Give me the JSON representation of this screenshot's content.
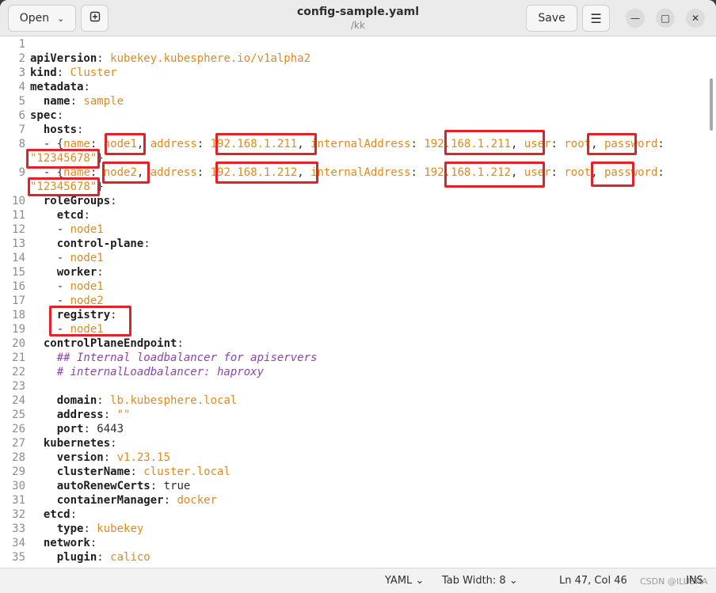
{
  "header": {
    "open_label": "Open",
    "title": "config-sample.yaml",
    "subtitle": "/kk",
    "save_label": "Save"
  },
  "icons": {
    "open_caret": "chevron-down-icon",
    "new_tab": "new-tab-icon",
    "menu": "hamburger-menu-icon",
    "minimize": "minimize-icon",
    "maximize": "maximize-icon",
    "close": "close-icon"
  },
  "colors": {
    "key": "#1e1e1e",
    "value": "#e08a1e",
    "comment": "#8e44ad",
    "highlight": "#e0222a"
  },
  "lines": [
    {
      "n": "1",
      "tokens": []
    },
    {
      "n": "2",
      "tokens": [
        [
          "k",
          "apiVersion"
        ],
        [
          "p",
          ": "
        ],
        [
          "v",
          "kubekey.kubesphere.io/v1alpha2"
        ]
      ]
    },
    {
      "n": "3",
      "tokens": [
        [
          "k",
          "kind"
        ],
        [
          "p",
          ": "
        ],
        [
          "v",
          "Cluster"
        ]
      ]
    },
    {
      "n": "4",
      "tokens": [
        [
          "k",
          "metadata"
        ],
        [
          "p",
          ":"
        ]
      ]
    },
    {
      "n": "5",
      "tokens": [
        [
          "p",
          "  "
        ],
        [
          "k",
          "name"
        ],
        [
          "p",
          ": "
        ],
        [
          "v",
          "sample"
        ]
      ]
    },
    {
      "n": "6",
      "tokens": [
        [
          "k",
          "spec"
        ],
        [
          "p",
          ":"
        ]
      ]
    },
    {
      "n": "7",
      "tokens": [
        [
          "p",
          "  "
        ],
        [
          "k",
          "hosts"
        ],
        [
          "p",
          ":"
        ]
      ]
    },
    {
      "n": "8",
      "tokens": [
        [
          "p",
          "  - {"
        ],
        [
          "v",
          "name"
        ],
        [
          "p",
          ": "
        ],
        [
          "v",
          "node1"
        ],
        [
          "p",
          ", "
        ],
        [
          "v",
          "address"
        ],
        [
          "p",
          ": "
        ],
        [
          "v",
          "192.168.1.211"
        ],
        [
          "p",
          ", "
        ],
        [
          "v",
          "internalAddress"
        ],
        [
          "p",
          ": "
        ],
        [
          "v",
          "192.168.1.211"
        ],
        [
          "p",
          ", "
        ],
        [
          "v",
          "user"
        ],
        [
          "p",
          ": "
        ],
        [
          "v",
          "root"
        ],
        [
          "p",
          ", "
        ],
        [
          "v",
          "password"
        ],
        [
          "p",
          ":"
        ]
      ]
    },
    {
      "n": "",
      "tokens": [
        [
          "v",
          "\"12345678\""
        ],
        [
          "p",
          "}"
        ]
      ]
    },
    {
      "n": "9",
      "tokens": [
        [
          "p",
          "  - {"
        ],
        [
          "v",
          "name"
        ],
        [
          "p",
          ": "
        ],
        [
          "v",
          "node2"
        ],
        [
          "p",
          ", "
        ],
        [
          "v",
          "address"
        ],
        [
          "p",
          ": "
        ],
        [
          "v",
          "192.168.1.212"
        ],
        [
          "p",
          ", "
        ],
        [
          "v",
          "internalAddress"
        ],
        [
          "p",
          ": "
        ],
        [
          "v",
          "192.168.1.212"
        ],
        [
          "p",
          ", "
        ],
        [
          "v",
          "user"
        ],
        [
          "p",
          ": "
        ],
        [
          "v",
          "root"
        ],
        [
          "p",
          ", "
        ],
        [
          "v",
          "password"
        ],
        [
          "p",
          ":"
        ]
      ]
    },
    {
      "n": "",
      "tokens": [
        [
          "v",
          "\"12345678\""
        ],
        [
          "p",
          "}"
        ]
      ]
    },
    {
      "n": "10",
      "tokens": [
        [
          "p",
          "  "
        ],
        [
          "k",
          "roleGroups"
        ],
        [
          "p",
          ":"
        ]
      ]
    },
    {
      "n": "11",
      "tokens": [
        [
          "p",
          "    "
        ],
        [
          "k",
          "etcd"
        ],
        [
          "p",
          ":"
        ]
      ]
    },
    {
      "n": "12",
      "tokens": [
        [
          "p",
          "    - "
        ],
        [
          "v",
          "node1"
        ]
      ]
    },
    {
      "n": "13",
      "tokens": [
        [
          "p",
          "    "
        ],
        [
          "k",
          "control-plane"
        ],
        [
          "p",
          ":"
        ]
      ]
    },
    {
      "n": "14",
      "tokens": [
        [
          "p",
          "    - "
        ],
        [
          "v",
          "node1"
        ]
      ]
    },
    {
      "n": "15",
      "tokens": [
        [
          "p",
          "    "
        ],
        [
          "k",
          "worker"
        ],
        [
          "p",
          ":"
        ]
      ]
    },
    {
      "n": "16",
      "tokens": [
        [
          "p",
          "    - "
        ],
        [
          "v",
          "node1"
        ]
      ]
    },
    {
      "n": "17",
      "tokens": [
        [
          "p",
          "    - "
        ],
        [
          "v",
          "node2"
        ]
      ]
    },
    {
      "n": "18",
      "tokens": [
        [
          "p",
          "    "
        ],
        [
          "k",
          "registry"
        ],
        [
          "p",
          ":"
        ]
      ]
    },
    {
      "n": "19",
      "tokens": [
        [
          "p",
          "    - "
        ],
        [
          "v",
          "node1"
        ]
      ]
    },
    {
      "n": "20",
      "tokens": [
        [
          "p",
          "  "
        ],
        [
          "k",
          "controlPlaneEndpoint"
        ],
        [
          "p",
          ":"
        ]
      ]
    },
    {
      "n": "21",
      "tokens": [
        [
          "p",
          "    "
        ],
        [
          "c",
          "## Internal loadbalancer for apiservers"
        ]
      ]
    },
    {
      "n": "22",
      "tokens": [
        [
          "p",
          "    "
        ],
        [
          "c",
          "# internalLoadbalancer: haproxy"
        ]
      ]
    },
    {
      "n": "23",
      "tokens": []
    },
    {
      "n": "24",
      "tokens": [
        [
          "p",
          "    "
        ],
        [
          "k",
          "domain"
        ],
        [
          "p",
          ": "
        ],
        [
          "v",
          "lb.kubesphere.local"
        ]
      ]
    },
    {
      "n": "25",
      "tokens": [
        [
          "p",
          "    "
        ],
        [
          "k",
          "address"
        ],
        [
          "p",
          ": "
        ],
        [
          "v",
          "\"\""
        ]
      ]
    },
    {
      "n": "26",
      "tokens": [
        [
          "p",
          "    "
        ],
        [
          "k",
          "port"
        ],
        [
          "p",
          ": "
        ],
        [
          "num",
          "6443"
        ]
      ]
    },
    {
      "n": "27",
      "tokens": [
        [
          "p",
          "  "
        ],
        [
          "k",
          "kubernetes"
        ],
        [
          "p",
          ":"
        ]
      ]
    },
    {
      "n": "28",
      "tokens": [
        [
          "p",
          "    "
        ],
        [
          "k",
          "version"
        ],
        [
          "p",
          ": "
        ],
        [
          "v",
          "v1.23.15"
        ]
      ]
    },
    {
      "n": "29",
      "tokens": [
        [
          "p",
          "    "
        ],
        [
          "k",
          "clusterName"
        ],
        [
          "p",
          ": "
        ],
        [
          "v",
          "cluster.local"
        ]
      ]
    },
    {
      "n": "30",
      "tokens": [
        [
          "p",
          "    "
        ],
        [
          "k",
          "autoRenewCerts"
        ],
        [
          "p",
          ": "
        ],
        [
          "num",
          "true"
        ]
      ]
    },
    {
      "n": "31",
      "tokens": [
        [
          "p",
          "    "
        ],
        [
          "k",
          "containerManager"
        ],
        [
          "p",
          ": "
        ],
        [
          "v",
          "docker"
        ]
      ]
    },
    {
      "n": "32",
      "tokens": [
        [
          "p",
          "  "
        ],
        [
          "k",
          "etcd"
        ],
        [
          "p",
          ":"
        ]
      ]
    },
    {
      "n": "33",
      "tokens": [
        [
          "p",
          "    "
        ],
        [
          "k",
          "type"
        ],
        [
          "p",
          ": "
        ],
        [
          "v",
          "kubekey"
        ]
      ]
    },
    {
      "n": "34",
      "tokens": [
        [
          "p",
          "  "
        ],
        [
          "k",
          "network"
        ],
        [
          "p",
          ":"
        ]
      ]
    },
    {
      "n": "35",
      "tokens": [
        [
          "p",
          "    "
        ],
        [
          "k",
          "plugin"
        ],
        [
          "p",
          ": "
        ],
        [
          "v",
          "calico"
        ]
      ]
    }
  ],
  "status": {
    "language": "YAML",
    "tab_width": "Tab Width: 8",
    "position": "Ln 47, Col 46",
    "mode": "INS",
    "watermark": "CSDN @ILUSHA"
  }
}
